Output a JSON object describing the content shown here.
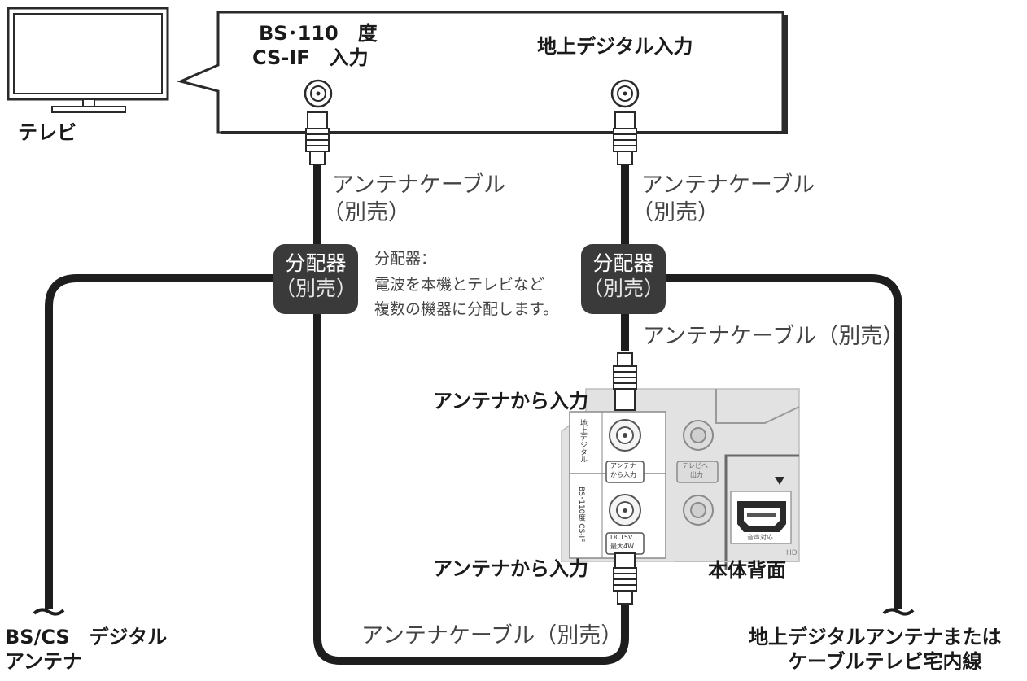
{
  "tv": {
    "label": "テレビ"
  },
  "tv_inputs": {
    "bs_cs_line1": "BS･110　度",
    "bs_cs_line2": "CS-IF　入力",
    "terrestrial": "地上デジタル入力"
  },
  "cables": {
    "left_top_line1": "アンテナケーブル",
    "left_top_line2": "（別売）",
    "right_top_line1": "アンテナケーブル",
    "right_top_line2": "（別売）",
    "middle": "アンテナケーブル（別売）",
    "bottom": "アンテナケーブル（別売）"
  },
  "splitters": {
    "left_line1": "分配器",
    "left_line2": "（別売）",
    "right_line1": "分配器",
    "right_line2": "（別売）"
  },
  "note": {
    "title": "分配器：",
    "line1": "電波を本機とテレビなど",
    "line2": "複数の機器に分配します。"
  },
  "device": {
    "label": "本体背面",
    "input_top": "アンテナから入力",
    "input_bottom": "アンテナから入力",
    "panel_terrestrial": "地上デジタル",
    "panel_bs": "BS･110度 CS-IF",
    "tag_antenna_line1": "アンテナ",
    "tag_antenna_line2": "から入力",
    "tag_tv_line1": "テレビへ",
    "tag_tv_line2": "出力",
    "tag_dc_line1": "DC15V",
    "tag_dc_line2": "最大4W",
    "hdmi_label": "音声対応",
    "hd_text": "HD"
  },
  "antennas": {
    "bs_line1": "BS/CS　デジタル",
    "bs_line2": "アンテナ",
    "terrestrial_line1": "地上デジタルアンテナまたは",
    "terrestrial_line2": "ケーブルテレビ宅内線"
  },
  "colors": {
    "cable": "#1e1e1e",
    "splitter": "#3a3a3a",
    "panel": "#e2e2e2",
    "outline": "#2a2a2a"
  }
}
